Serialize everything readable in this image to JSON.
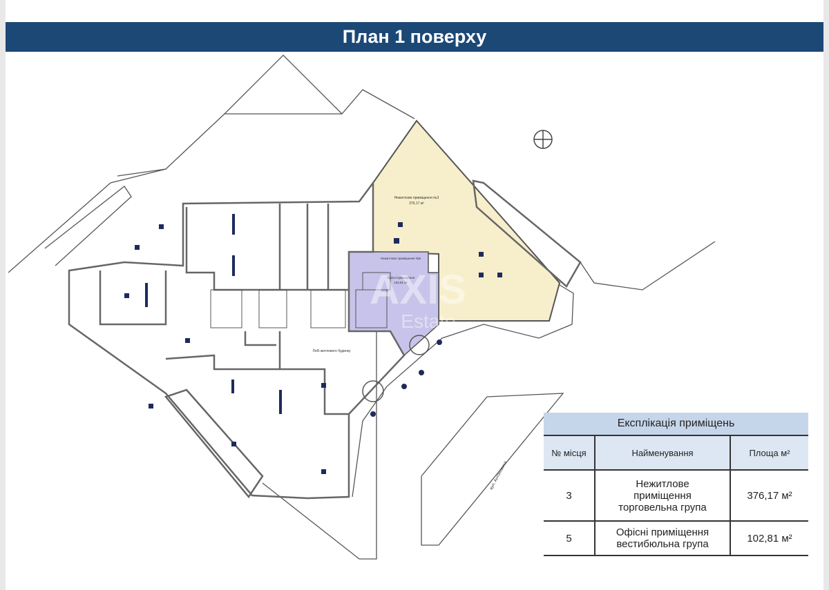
{
  "header": {
    "title": "План 1 поверху"
  },
  "plan": {
    "room_3_label": "Нежитлове приміщення №3",
    "room_3_area": "376,17 м²",
    "room_5_label": "Нежитлове приміщення №5",
    "room_5_sub": "Офісні приміщення",
    "room_5_area": "102,81 м²",
    "lobby_label": "Лобі житлового будинку",
    "street_label": "вул. Антоновича",
    "watermark_main": "AXIS",
    "watermark_sub": "Estate",
    "colors": {
      "retail": "#f7eecb",
      "office": "#c7c3ea",
      "header": "#1c4876"
    }
  },
  "table": {
    "title": "Експлікація приміщень",
    "headers": [
      "№ місця",
      "Найменування",
      "Площа м²"
    ],
    "rows": [
      {
        "num": "3",
        "name": "Нежитлове приміщення торговельна група",
        "area": "376,17 м²"
      },
      {
        "num": "5",
        "name": "Офісні приміщення вестибюльна група",
        "area": "102,81 м²"
      }
    ]
  }
}
